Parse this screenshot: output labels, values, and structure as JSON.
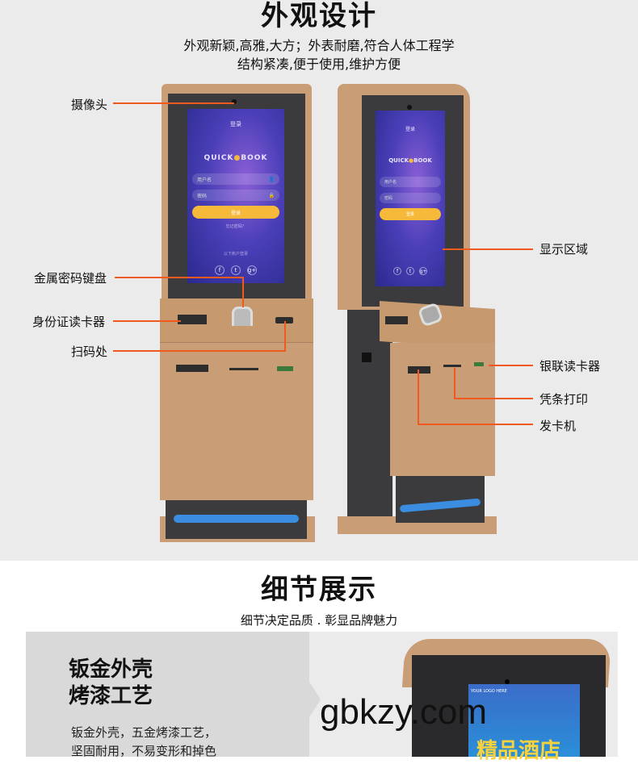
{
  "section1": {
    "title": "外观设计",
    "subtitle_lines": [
      "外观新颖,高雅,大方；外表耐磨,符合人体工程学",
      "结构紧凑,便于使用,维护方便"
    ]
  },
  "callouts_left": {
    "camera": "摄像头",
    "keypad": "金属密码键盘",
    "id_reader": "身份证读卡器",
    "scanner": "扫码处"
  },
  "callouts_right": {
    "display": "显示区域",
    "unionpay_reader": "银联读卡器",
    "receipt": "凭条打印",
    "card_dispenser": "发卡机"
  },
  "kiosk_screen": {
    "heading": "登录",
    "logo_left": "QUICK",
    "logo_right": "BOOK",
    "username_placeholder": "用户名",
    "password_placeholder": "密码",
    "login_button": "登录",
    "forgot": "忘记密码？",
    "other_login": "以下账户登录",
    "social": [
      "f",
      "t",
      "g+"
    ]
  },
  "section2": {
    "title": "细节展示",
    "subtitle": "细节决定品质 . 彰显品牌魅力",
    "feature_title_lines": [
      "钣金外壳",
      "烤漆工艺"
    ],
    "feature_desc_lines": [
      "钣金外壳，五金烤漆工艺，",
      "坚固耐用，不易变形和掉色"
    ],
    "screen_logo": "YOUR LOGO HERE",
    "screen_banner": "精品酒店"
  },
  "watermark": "gbkzy.com",
  "colors": {
    "accent": "#f05a1e",
    "body": "#c99d76",
    "frame": "#3b3b3d",
    "light_bar": "#3a8de0"
  }
}
